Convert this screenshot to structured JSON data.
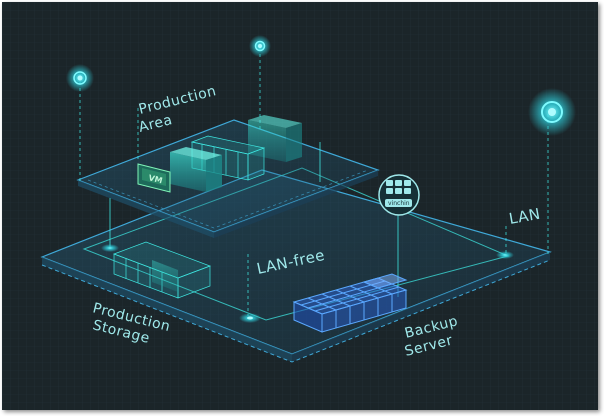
{
  "diagram": {
    "labels": {
      "production_area": [
        "Production",
        "Area"
      ],
      "production_storage": [
        "Production",
        "Storage"
      ],
      "backup_server": [
        "Backup",
        "Server"
      ],
      "lan": "LAN",
      "lan_free": "LAN-free",
      "vm": "VM",
      "vinchin": "vinchin"
    },
    "colors": {
      "background": "#1b2529",
      "platform_edge": "#3fa9d8",
      "accent": "#3ee6e0",
      "label": "#9fe8ea"
    }
  }
}
